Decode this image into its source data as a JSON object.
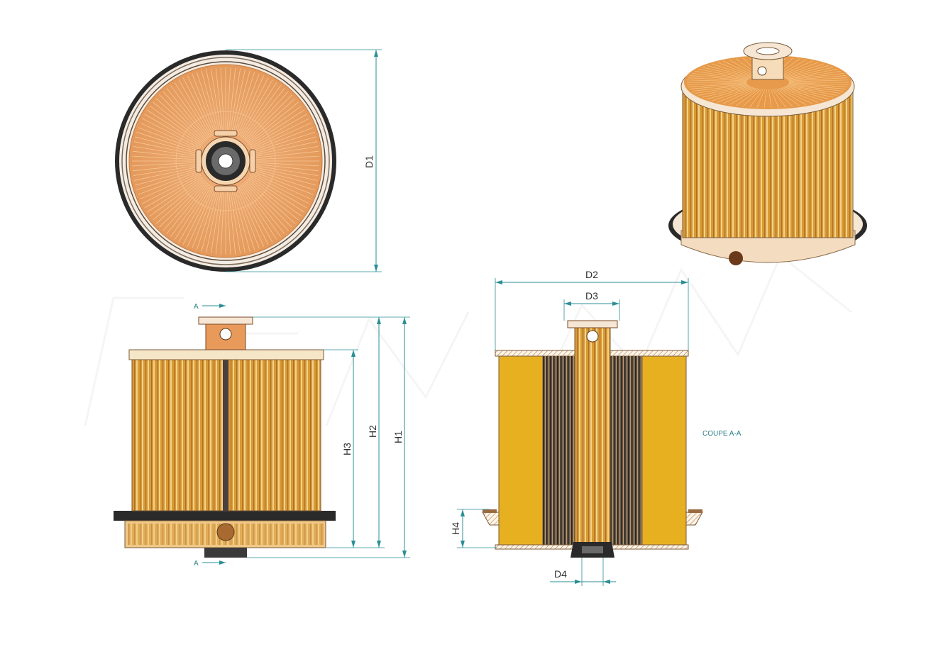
{
  "dimensions": {
    "d1": "D1",
    "d2": "D2",
    "d3": "D3",
    "d4": "D4",
    "h1": "H1",
    "h2": "H2",
    "h3": "H3",
    "h4": "H4"
  },
  "section_marks": {
    "top": "A",
    "bottom": "A"
  },
  "section_label": "COUPE A-A",
  "colors": {
    "filter_orange": "#e8a060",
    "pleat_gold": "#d9a030",
    "section_yellow": "#e6b020",
    "dim_teal": "#2a8f96",
    "seal_black": "#2a2a2a"
  }
}
